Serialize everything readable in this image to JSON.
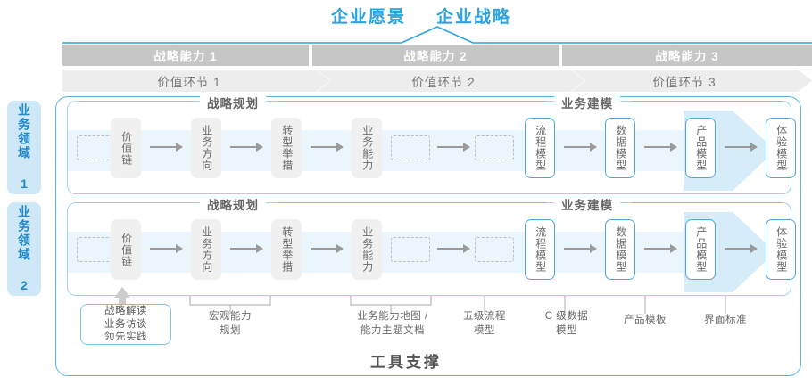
{
  "header": {
    "vision_title": "企业愿景",
    "strategy_title": "企业战略"
  },
  "capabilities": [
    {
      "label": "战略能力 1"
    },
    {
      "label": "战略能力 2"
    },
    {
      "label": "战略能力 3"
    }
  ],
  "value_chain": [
    {
      "label": "价值环节 1"
    },
    {
      "label": "价值环节 2"
    },
    {
      "label": "价值环节 3"
    }
  ],
  "domains": [
    {
      "tab_label": "业务领域 1",
      "sections": [
        {
          "title": "战略规划"
        },
        {
          "title": "业务建模"
        }
      ],
      "nodes": [
        {
          "label": "价值链",
          "style": "gray"
        },
        {
          "label": "业务方向",
          "style": "gray"
        },
        {
          "label": "转型举措",
          "style": "gray"
        },
        {
          "label": "业务能力",
          "style": "gray"
        },
        {
          "label": "流程模型",
          "style": "blue"
        },
        {
          "label": "数据模型",
          "style": "blue"
        },
        {
          "label": "产品模型",
          "style": "blue"
        },
        {
          "label": "体验模型",
          "style": "blue"
        }
      ]
    },
    {
      "tab_label": "业务领域 2",
      "sections": [
        {
          "title": "战略规划"
        },
        {
          "title": "业务建模"
        }
      ],
      "nodes": [
        {
          "label": "价值链",
          "style": "gray"
        },
        {
          "label": "业务方向",
          "style": "gray"
        },
        {
          "label": "转型举措",
          "style": "gray"
        },
        {
          "label": "业务能力",
          "style": "gray"
        },
        {
          "label": "流程模型",
          "style": "blue"
        },
        {
          "label": "数据模型",
          "style": "blue"
        },
        {
          "label": "产品模型",
          "style": "blue"
        },
        {
          "label": "体验模型",
          "style": "blue"
        }
      ]
    }
  ],
  "tools": [
    {
      "label": "战略解读\n业务访谈\n领先实践",
      "boxed": true
    },
    {
      "label": "宏观能力\n规划",
      "boxed": false
    },
    {
      "label": "业务能力地图 /\n能力主题文档",
      "boxed": false
    },
    {
      "label": "五级流程\n模型",
      "boxed": false
    },
    {
      "label": "C 级数据\n模型",
      "boxed": false
    },
    {
      "label": "产品模板",
      "boxed": false
    },
    {
      "label": "界面标准",
      "boxed": false
    }
  ],
  "footer": {
    "support_title": "工具支撑"
  },
  "colors": {
    "accent_blue": "#2aa4e0",
    "node_blue_border": "#4fa8dc",
    "bar_gray": "#c6c6c6",
    "segment_gray": "#ededed",
    "band_blue": "#eaf6fc",
    "tab_blue": "#cfe8f7"
  }
}
